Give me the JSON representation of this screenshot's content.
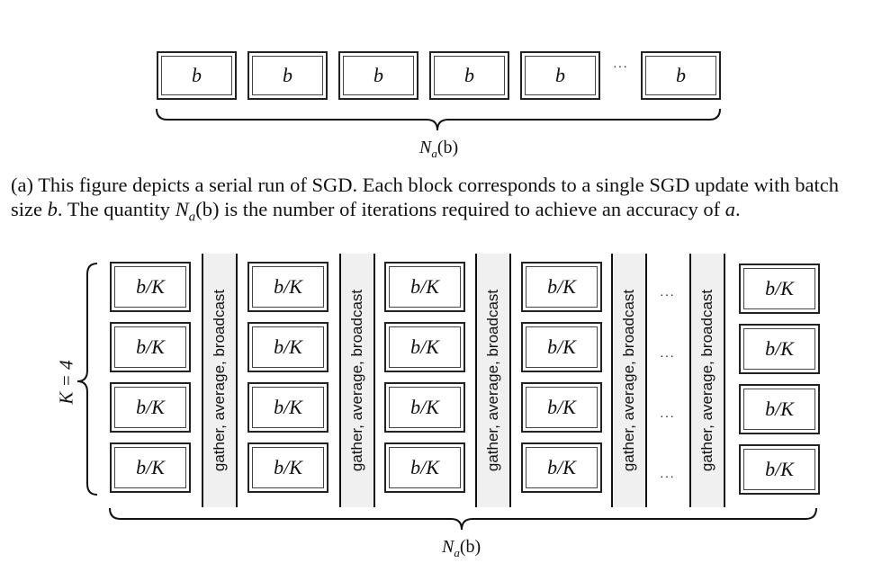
{
  "top": {
    "block_label": "b",
    "ellipsis": "···",
    "brace_label": "N",
    "brace_label_sub": "a",
    "brace_label_arg": "(b)"
  },
  "caption": {
    "prefix": "(a) This figure depicts a serial run of SGD. Each block corresponds to a single SGD update with batch size ",
    "var_b": "b",
    "mid1": ". The quantity ",
    "N": "N",
    "N_sub": "a",
    "N_arg": "(b)",
    "mid2": " is the number of iterations required to achieve an accuracy of ",
    "var_a": "a",
    "suffix": "."
  },
  "bottom": {
    "cell_label": "b/K",
    "sync_label": "gather, average, broadcast",
    "ellipsis": "···",
    "k_label": "K = 4",
    "brace_label": "N",
    "brace_label_sub": "a",
    "brace_label_arg": "(b)"
  }
}
